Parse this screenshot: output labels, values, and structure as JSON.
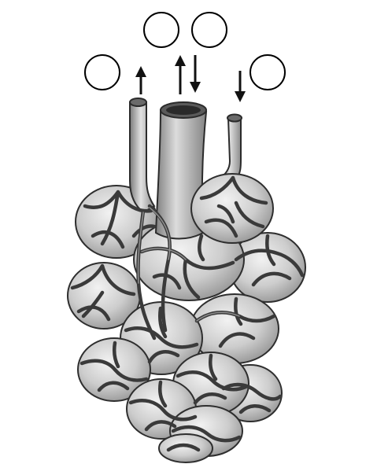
{
  "diagram": {
    "labels": [
      {
        "id": "label-1",
        "text": ""
      },
      {
        "id": "label-2",
        "text": ""
      },
      {
        "id": "label-3",
        "text": ""
      },
      {
        "id": "label-4",
        "text": ""
      }
    ],
    "arrows": [
      {
        "id": "arrow-out-left",
        "direction": "up"
      },
      {
        "id": "arrow-out-center",
        "direction": "up"
      },
      {
        "id": "arrow-in-center",
        "direction": "down"
      },
      {
        "id": "arrow-in-right",
        "direction": "down"
      }
    ],
    "colors": {
      "background": "#ffffff",
      "vessel": "#9a9a9a",
      "alveolus": "#cfcfcf",
      "capillary": "#3a3a3a"
    }
  }
}
